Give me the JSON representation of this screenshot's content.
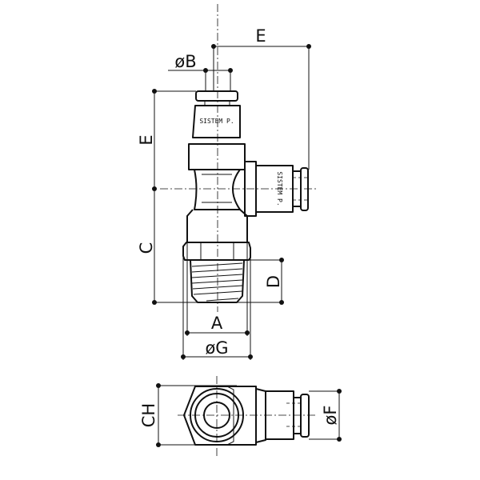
{
  "labels": {
    "E_top": "E",
    "B": "øB",
    "E_left": "E",
    "C": "C",
    "D": "D",
    "A": "A",
    "G": "øG",
    "CH": "CH",
    "F": "øF"
  },
  "brand_marking": "SISTEM P."
}
